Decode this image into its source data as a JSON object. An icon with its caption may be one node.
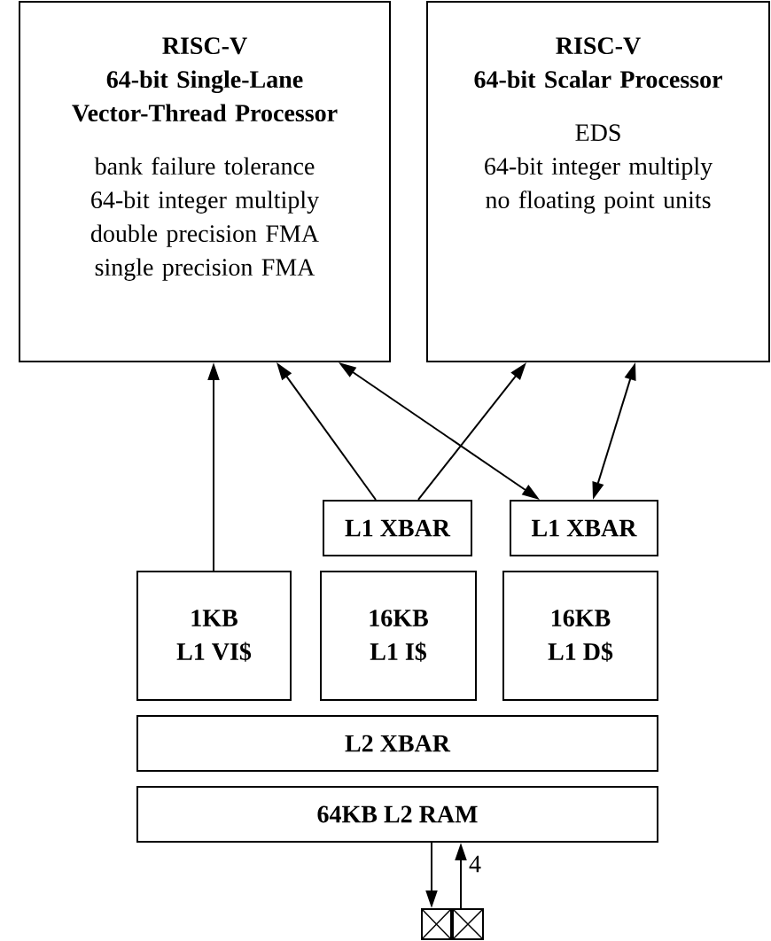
{
  "diagram": {
    "nodes": [
      {
        "text": [
          "RISC-V",
          "64-bit Single-Lane Vector-Thread Processor",
          "bank failure tolerance",
          "64-bit integer multiply",
          "double precision FMA",
          "single precision FMA"
        ]
      },
      {
        "text": [
          "RISC-V",
          "64-bit Scalar Processor",
          "EDS",
          "64-bit integer multiply",
          "no floating point units"
        ]
      },
      {
        "text": [
          "L1 XBAR"
        ]
      },
      {
        "text": [
          "L1 XBAR"
        ]
      },
      {
        "text": [
          "1KB",
          "L1 VI$"
        ]
      },
      {
        "text": [
          "16KB",
          "L1 I$"
        ]
      },
      {
        "text": [
          "16KB",
          "L1 D$"
        ]
      },
      {
        "text": [
          "L2 XBAR"
        ]
      },
      {
        "text": [
          "64KB L2 RAM"
        ]
      },
      {
        "text": [],
        "shape": "box"
      },
      {
        "text": [],
        "shape": "box"
      }
    ],
    "edges": [
      {
        "from": 4,
        "to": 0,
        "arrow": "to"
      },
      {
        "from": 2,
        "to": 0,
        "arrow": "to"
      },
      {
        "from": 2,
        "to": 1,
        "arrow": "to"
      },
      {
        "from": 0,
        "to": 3,
        "arrow": "both"
      },
      {
        "from": 1,
        "to": 3,
        "arrow": "both"
      },
      {
        "from": 8,
        "to": 9,
        "arrow": "to"
      },
      {
        "from": 10,
        "to": 8,
        "arrow": "to",
        "label": "4"
      }
    ]
  }
}
